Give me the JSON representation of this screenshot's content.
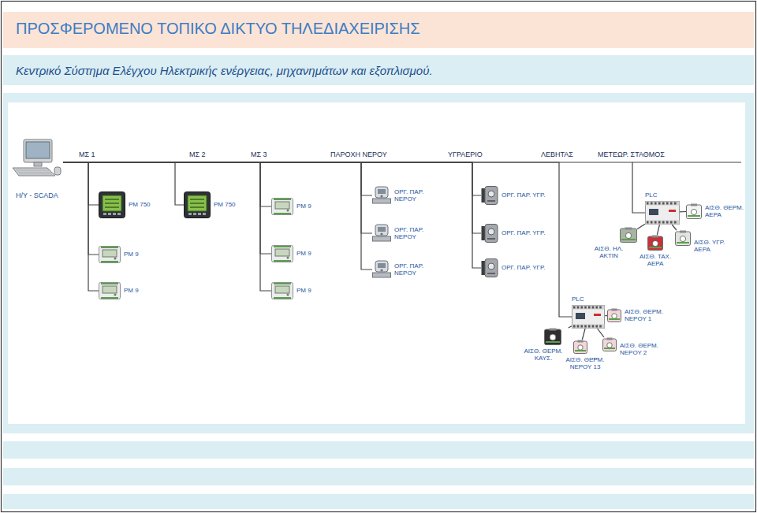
{
  "diagram": {
    "title": "ΠΡΟΣΦΕΡΟΜΕΝΟ ΤΟΠΙΚΟ ΔΙΚΤΥΟ ΤΗΛΕΔΙΑΧΕΙΡΙΣΗΣ",
    "nodes": [
      {
        "text": [
          "H/Y - SCADA"
        ]
      },
      {
        "text": [
          "PM 750"
        ]
      },
      {
        "text": [
          "PM 9"
        ]
      },
      {
        "text": [
          "PM 9"
        ]
      },
      {
        "text": [
          "PM 750"
        ]
      },
      {
        "text": [
          "PM 9"
        ]
      },
      {
        "text": [
          "PM 9"
        ]
      },
      {
        "text": [
          "PM 9"
        ]
      },
      {
        "text": [
          "ΟΡΓ. ΠΑΡ. ΝΕΡΟΥ"
        ]
      },
      {
        "text": [
          "ΟΡΓ. ΠΑΡ. ΝΕΡΟΥ"
        ]
      },
      {
        "text": [
          "ΟΡΓ. ΠΑΡ. ΝΕΡΟΥ"
        ]
      },
      {
        "text": [
          "ΟΡΓ. ΠΑΡ. ΥΓΡ."
        ]
      },
      {
        "text": [
          "ΟΡΓ. ΠΑΡ. ΥΓΡ."
        ]
      },
      {
        "text": [
          "ΟΡΓ. ΠΑΡ. ΥΓΡ."
        ]
      },
      {
        "text": [
          "PLC"
        ]
      },
      {
        "text": [
          "ΑΙΣΘ. ΘΕΡΜ. ΑΕΡΑ"
        ]
      },
      {
        "text": [
          "ΑΙΣΘ. ΗΛ. ΑΚΤΙΝ"
        ]
      },
      {
        "text": [
          "ΑΙΣΘ. ΤΑΧ. ΑΕΡΑ"
        ]
      },
      {
        "text": [
          "ΑΙΣΘ. ΥΓΡ. ΑΕΡΑ"
        ]
      },
      {
        "text": [
          "PLC"
        ]
      },
      {
        "text": [
          "ΑΙΣΘ. ΘΕΡΜ. ΝΕΡΟΥ 1"
        ]
      },
      {
        "text": [
          "ΑΙΣΘ. ΘΕΡΜ. ΚΑΥΣ."
        ]
      },
      {
        "text": [
          "ΑΙΣΘ. ΘΕΡΜ. ΝΕΡΟΥ 13"
        ]
      },
      {
        "text": [
          "ΑΙΣΘ. ΘΕΡΜ. ΝΕΡΟΥ 2"
        ]
      }
    ],
    "edges": [
      {
        "from": 0,
        "to": 1,
        "arrow": "none"
      },
      {
        "from": 0,
        "to": 2,
        "arrow": "none"
      },
      {
        "from": 0,
        "to": 3,
        "arrow": "none"
      },
      {
        "from": 0,
        "to": 4,
        "arrow": "none"
      },
      {
        "from": 0,
        "to": 5,
        "arrow": "none"
      },
      {
        "from": 0,
        "to": 6,
        "arrow": "none"
      },
      {
        "from": 0,
        "to": 7,
        "arrow": "none"
      },
      {
        "from": 0,
        "to": 8,
        "arrow": "none"
      },
      {
        "from": 0,
        "to": 9,
        "arrow": "none"
      },
      {
        "from": 0,
        "to": 10,
        "arrow": "none"
      },
      {
        "from": 0,
        "to": 11,
        "arrow": "none"
      },
      {
        "from": 0,
        "to": 12,
        "arrow": "none"
      },
      {
        "from": 0,
        "to": 13,
        "arrow": "none"
      },
      {
        "from": 0,
        "to": 14,
        "arrow": "none"
      },
      {
        "from": 14,
        "to": 15,
        "arrow": "none"
      },
      {
        "from": 14,
        "to": 16,
        "arrow": "none"
      },
      {
        "from": 14,
        "to": 17,
        "arrow": "none"
      },
      {
        "from": 14,
        "to": 18,
        "arrow": "none"
      },
      {
        "from": 0,
        "to": 19,
        "arrow": "none"
      },
      {
        "from": 19,
        "to": 20,
        "arrow": "none"
      },
      {
        "from": 19,
        "to": 21,
        "arrow": "none"
      },
      {
        "from": 19,
        "to": 22,
        "arrow": "none"
      },
      {
        "from": 19,
        "to": 23,
        "arrow": "none"
      }
    ],
    "labels": [
      "Κεντρικό Σύστημα Ελέγχου Ηλεκτρικής ενέργειας, μηχανημάτων και  εξοπλισμού.",
      "ΜΣ 1",
      "ΜΣ 2",
      "ΜΣ 3",
      "ΠΑΡΟΧΗ ΝΕΡΟΥ",
      "ΥΓΡΑΕΡΙΟ",
      "ΛΕΒΗΤΑΣ",
      "ΜΕΤΕΩΡ. ΣΤΑΘΜΟΣ",
      "..."
    ]
  }
}
